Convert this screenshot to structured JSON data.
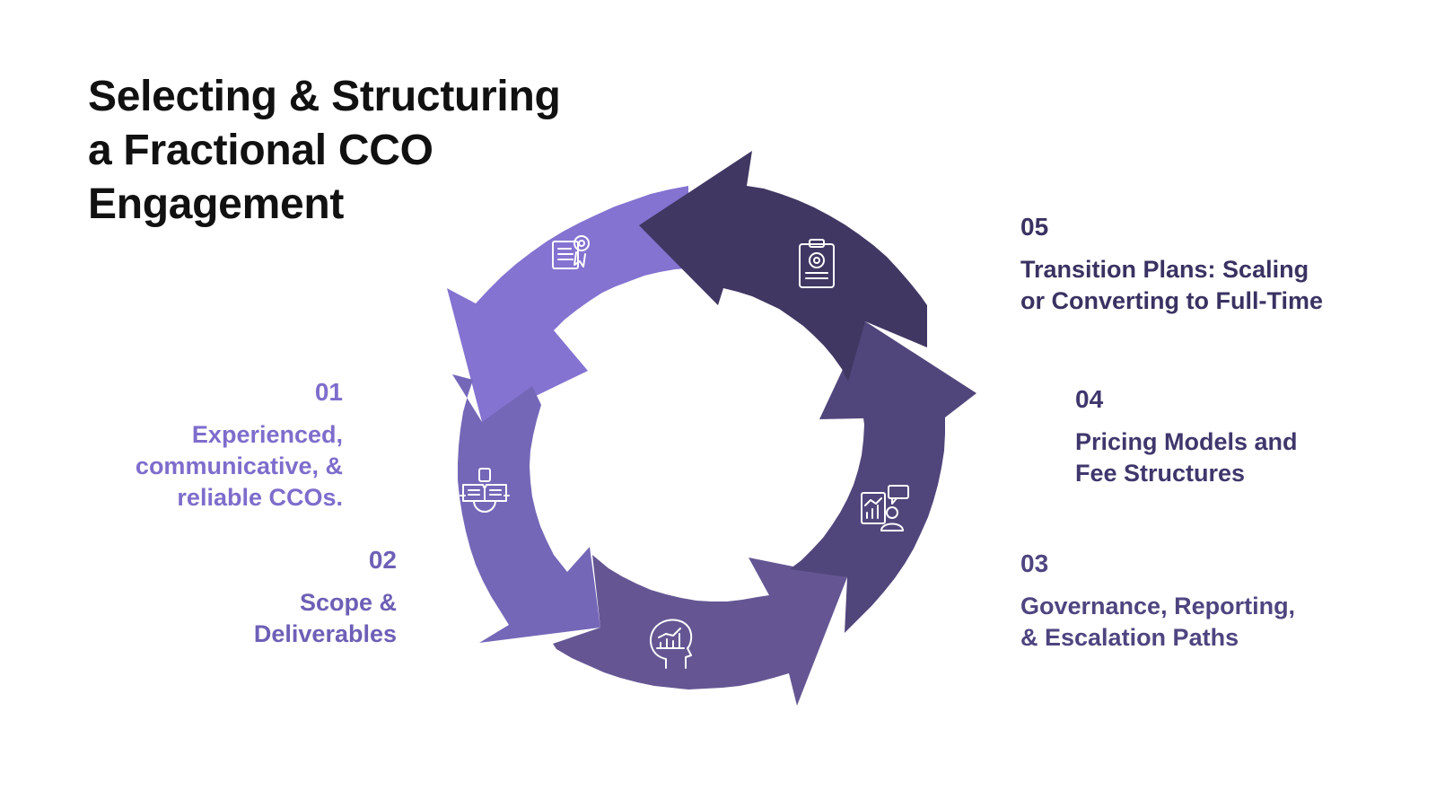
{
  "title": {
    "line1": "Selecting & Structuring",
    "line2": "a Fractional CCO",
    "line3": "Engagement"
  },
  "steps": [
    {
      "number": "01",
      "lines": [
        "Experienced,",
        "communicative, &",
        "reliable CCOs."
      ],
      "color": "#8473d1",
      "icon": "certificate-gear-icon"
    },
    {
      "number": "02",
      "lines": [
        "Scope &",
        "Deliverables"
      ],
      "color": "#7567b8",
      "icon": "book-gear-icon"
    },
    {
      "number": "03",
      "lines": [
        "Governance, Reporting,",
        "& Escalation Paths"
      ],
      "color": "#655693",
      "icon": "head-chart-icon"
    },
    {
      "number": "04",
      "lines": [
        "Pricing Models and",
        "Fee Structures"
      ],
      "color": "#51467b",
      "icon": "report-chat-person-icon"
    },
    {
      "number": "05",
      "lines": [
        "Transition Plans: Scaling",
        "or Converting to Full-Time"
      ],
      "color": "#413763",
      "icon": "clipboard-gear-icon"
    }
  ]
}
